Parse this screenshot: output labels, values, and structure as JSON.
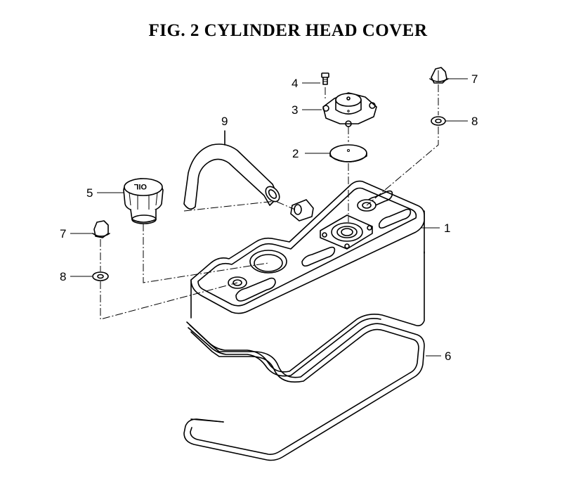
{
  "title": "FIG.  2  CYLINDER HEAD COVER",
  "cap_marking": "OIL",
  "callouts": {
    "c1": "1",
    "c2": "2",
    "c3": "3",
    "c4": "4",
    "c5": "5",
    "c6": "6",
    "c7_left": "7",
    "c7_right": "7",
    "c8_left": "8",
    "c8_right": "8",
    "c9": "9"
  }
}
